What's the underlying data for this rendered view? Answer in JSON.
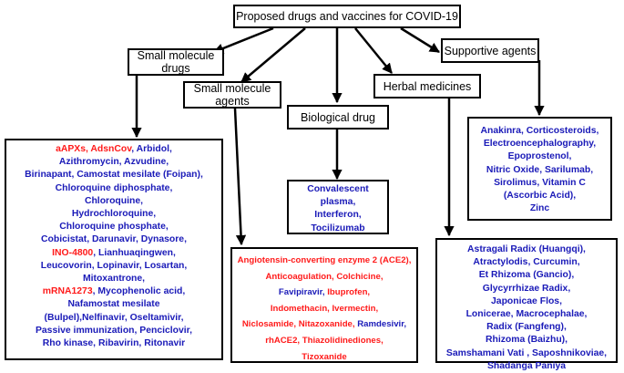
{
  "title": "Proposed drugs and vaccines for COVID-19",
  "categories": {
    "small_molecule_drugs": "Small molecule drugs",
    "small_molecule_agents": "Small molecule agents",
    "biological_drug": "Biological drug",
    "herbal_medicines": "Herbal medicines",
    "supportive_agents": "Supportive agents"
  },
  "lists": {
    "small_molecule_drugs": [
      [
        {
          "t": "aAPXs, AdsnCov",
          "c": "red"
        },
        {
          "t": ",  Arbidol,",
          "c": "blue"
        }
      ],
      [
        {
          "t": "Azithromycin, Azvudine,",
          "c": "blue"
        }
      ],
      [
        {
          "t": "Birinapant, Camostat mesilate (Foipan),",
          "c": "blue"
        }
      ],
      [
        {
          "t": "Chloroquine diphosphate,",
          "c": "blue"
        }
      ],
      [
        {
          "t": "Chloroquine,",
          "c": "blue"
        }
      ],
      [
        {
          "t": "Hydrochloroquine,",
          "c": "blue"
        }
      ],
      [
        {
          "t": "Chloroquine phosphate,",
          "c": "blue"
        }
      ],
      [
        {
          "t": "Cobicistat, Darunavir,  Dynasore,",
          "c": "blue"
        }
      ],
      [
        {
          "t": "INO-4800",
          "c": "red"
        },
        {
          "t": ",  Lianhuaqingwen,",
          "c": "blue"
        }
      ],
      [
        {
          "t": "Leucovorin, Lopinavir, Losartan,",
          "c": "blue"
        }
      ],
      [
        {
          "t": "Mitoxantrone,",
          "c": "blue"
        }
      ],
      [
        {
          "t": "mRNA1273",
          "c": "red"
        },
        {
          "t": ",  Mycophenolic acid,",
          "c": "blue"
        }
      ],
      [
        {
          "t": "Nafamostat mesilate",
          "c": "blue"
        }
      ],
      [
        {
          "t": "(Bulpel),Nelfinavir,  Oseltamivir,",
          "c": "blue"
        }
      ],
      [
        {
          "t": "Passive immunization, Penciclovir,",
          "c": "blue"
        }
      ],
      [
        {
          "t": "Rho kinase, Ribavirin, Ritonavir",
          "c": "blue"
        }
      ]
    ],
    "small_molecule_agents": [
      [
        {
          "t": "Angiotensin-converting enzyme 2 (ACE2),",
          "c": "red"
        }
      ],
      [
        {
          "t": "Anticoagulation, Colchicine,",
          "c": "red"
        }
      ],
      [
        {
          "t": "Favipiravir,  ",
          "c": "blue"
        },
        {
          "t": "Ibuprofen,",
          "c": "red"
        }
      ],
      [
        {
          "t": "Indomethacin, Ivermectin,",
          "c": "red"
        }
      ],
      [
        {
          "t": "Niclosamide, Nitazoxanide, ",
          "c": "red"
        },
        {
          "t": "Ramdesivir,",
          "c": "blue"
        }
      ],
      [
        {
          "t": "rhACE2, Thiazolidinediones,",
          "c": "red"
        }
      ],
      [
        {
          "t": "Tizoxanide",
          "c": "red"
        }
      ]
    ],
    "biological_drug": [
      [
        {
          "t": "Convalescent",
          "c": "blue"
        }
      ],
      [
        {
          "t": "plasma,",
          "c": "blue"
        }
      ],
      [
        {
          "t": "Interferon,",
          "c": "blue"
        }
      ],
      [
        {
          "t": "Tocilizumab",
          "c": "blue"
        }
      ]
    ],
    "herbal_medicines": [
      [
        {
          "t": "Astragali Radix (Huangqi),",
          "c": "blue"
        }
      ],
      [
        {
          "t": "Atractylodis, Curcumin,",
          "c": "blue"
        }
      ],
      [
        {
          "t": "Et Rhizoma (Gancio),",
          "c": "blue"
        }
      ],
      [
        {
          "t": "Glycyrrhizae Radix,",
          "c": "blue"
        }
      ],
      [
        {
          "t": "Japonicae Flos,",
          "c": "blue"
        }
      ],
      [
        {
          "t": "Lonicerae, Macrocephalae,",
          "c": "blue"
        }
      ],
      [
        {
          "t": "Radix (Fangfeng),",
          "c": "blue"
        }
      ],
      [
        {
          "t": "Rhizoma (Baizhu),",
          "c": "blue"
        }
      ],
      [
        {
          "t": "Samshamani Vati ,  Saposhnikoviae,",
          "c": "blue"
        }
      ],
      [
        {
          "t": "Shadanga Paniya",
          "c": "blue"
        }
      ]
    ],
    "supportive_agents": [
      [
        {
          "t": "Anakinra, Corticosteroids,",
          "c": "blue"
        }
      ],
      [
        {
          "t": "Electroencephalography,",
          "c": "blue"
        }
      ],
      [
        {
          "t": "Epoprostenol,",
          "c": "blue"
        }
      ],
      [
        {
          "t": "Nitric Oxide, Sarilumab,",
          "c": "blue"
        }
      ],
      [
        {
          "t": "Sirolimus, Vitamin C",
          "c": "blue"
        }
      ],
      [
        {
          "t": "(Ascorbic Acid),",
          "c": "blue"
        }
      ],
      [
        {
          "t": "Zinc",
          "c": "blue"
        }
      ]
    ]
  }
}
